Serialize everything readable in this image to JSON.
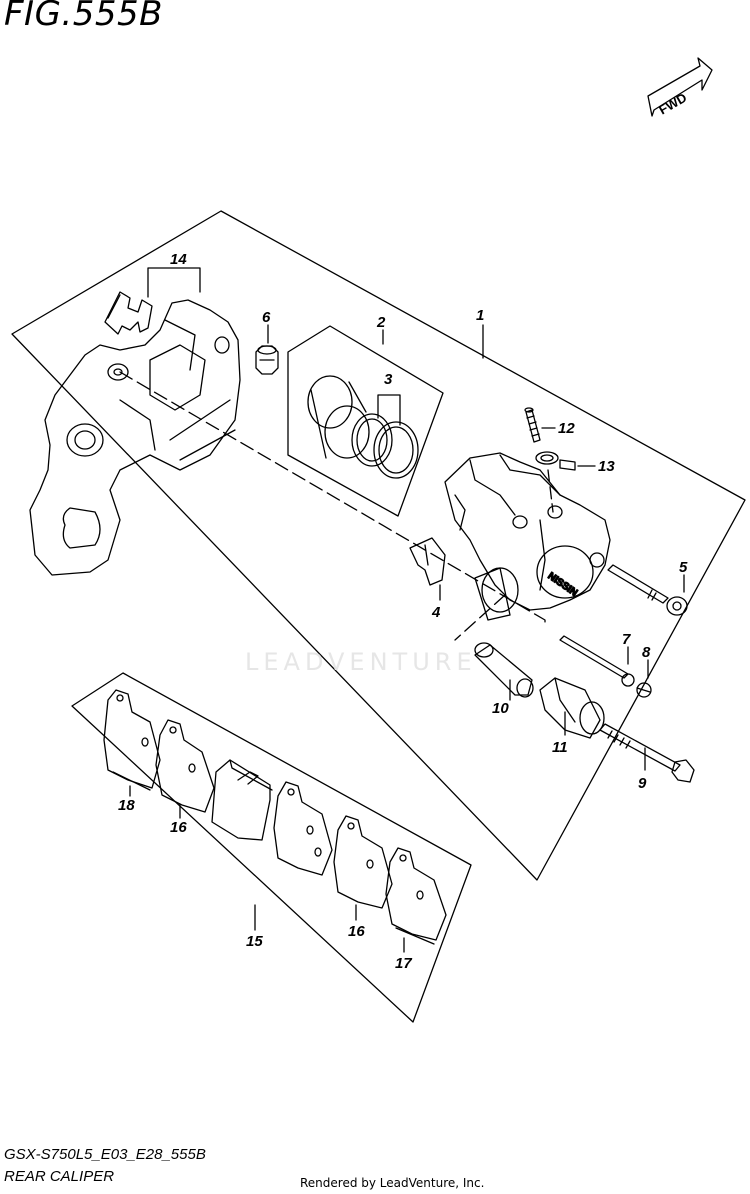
{
  "figure": {
    "title": "FIG.555B",
    "model_code": "GSX-S750L5_E03_E28_555B",
    "caption": "REAR CALIPER",
    "credit": "Rendered by LeadVenture, Inc.",
    "watermark": "LEADVENTURE",
    "fwd_label": "FWD"
  },
  "callouts": {
    "c1": "1",
    "c2": "2",
    "c3": "3",
    "c4": "4",
    "c5": "5",
    "c6": "6",
    "c7": "7",
    "c8": "8",
    "c9": "9",
    "c10": "10",
    "c11": "11",
    "c12": "12",
    "c13": "13",
    "c14": "14",
    "c15": "15",
    "c16a": "16",
    "c16b": "16",
    "c17": "17",
    "c18": "18"
  }
}
